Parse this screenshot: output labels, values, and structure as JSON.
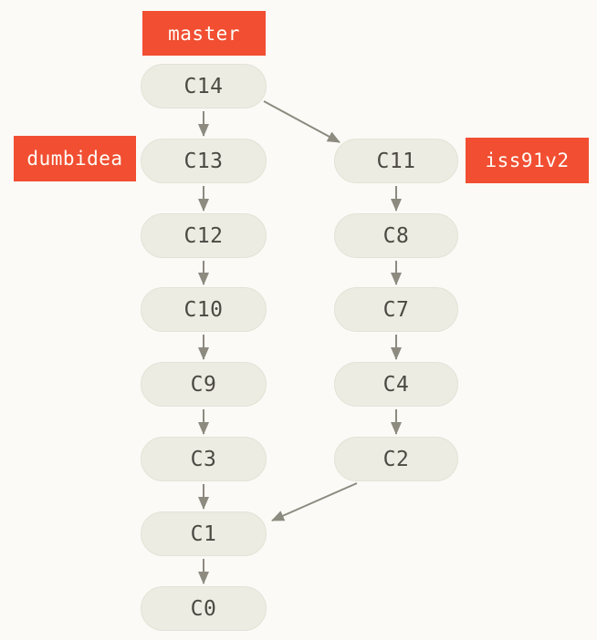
{
  "diagram": {
    "type": "git-commit-graph",
    "branch_labels": [
      {
        "name": "master",
        "attached_to": "C14",
        "position": "above-left-column"
      },
      {
        "name": "dumbidea",
        "attached_to": "C13",
        "position": "left-of-left-column"
      },
      {
        "name": "iss91v2",
        "attached_to": "C11",
        "position": "right-of-right-column"
      }
    ],
    "columns": {
      "left": [
        "C14",
        "C13",
        "C12",
        "C10",
        "C9",
        "C3",
        "C1",
        "C0"
      ],
      "right": [
        "C11",
        "C8",
        "C7",
        "C4",
        "C2"
      ]
    },
    "edges": [
      [
        "C14",
        "C13"
      ],
      [
        "C13",
        "C12"
      ],
      [
        "C12",
        "C10"
      ],
      [
        "C10",
        "C9"
      ],
      [
        "C9",
        "C3"
      ],
      [
        "C3",
        "C1"
      ],
      [
        "C1",
        "C0"
      ],
      [
        "C14",
        "C11"
      ],
      [
        "C11",
        "C8"
      ],
      [
        "C8",
        "C7"
      ],
      [
        "C7",
        "C4"
      ],
      [
        "C4",
        "C2"
      ],
      [
        "C2",
        "C1"
      ]
    ],
    "colors": {
      "background": "#fbfaf6",
      "branch_label_bg": "#f14e32",
      "branch_label_text": "#fffdf7",
      "node_fill": "#edece2",
      "node_border": "#e4e2d7",
      "node_text": "#4c4943",
      "arrow": "#8d8a80"
    }
  }
}
